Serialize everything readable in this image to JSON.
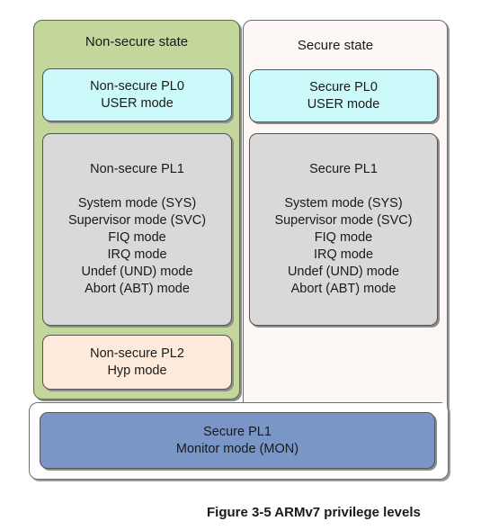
{
  "nonsecure": {
    "title": "Non-secure state",
    "pl0": {
      "title": "Non-secure PL0",
      "mode": "USER mode"
    },
    "pl1": {
      "title": "Non-secure PL1",
      "modes": [
        "System mode (SYS)",
        "Supervisor mode (SVC)",
        "FIQ mode",
        "IRQ mode",
        "Undef (UND) mode",
        "Abort (ABT) mode"
      ]
    },
    "pl2": {
      "title": "Non-secure PL2",
      "mode": "Hyp mode"
    }
  },
  "secure": {
    "title": "Secure state",
    "pl0": {
      "title": "Secure PL0",
      "mode": "USER mode"
    },
    "pl1": {
      "title": "Secure PL1",
      "modes": [
        "System mode (SYS)",
        "Supervisor mode (SVC)",
        "FIQ mode",
        "IRQ mode",
        "Undef (UND) mode",
        "Abort (ABT) mode"
      ]
    }
  },
  "monitor": {
    "title": "Secure PL1",
    "mode": "Monitor mode (MON)"
  },
  "caption": "Figure 3-5 ARMv7 privilege levels",
  "colors": {
    "nonsecure_state": "#c3d69b",
    "secure_state": "#fdf7f5",
    "pl0": "#ccfafa",
    "pl1": "#d9d9d9",
    "pl2": "#fdeada",
    "monitor": "#7a96c6"
  }
}
